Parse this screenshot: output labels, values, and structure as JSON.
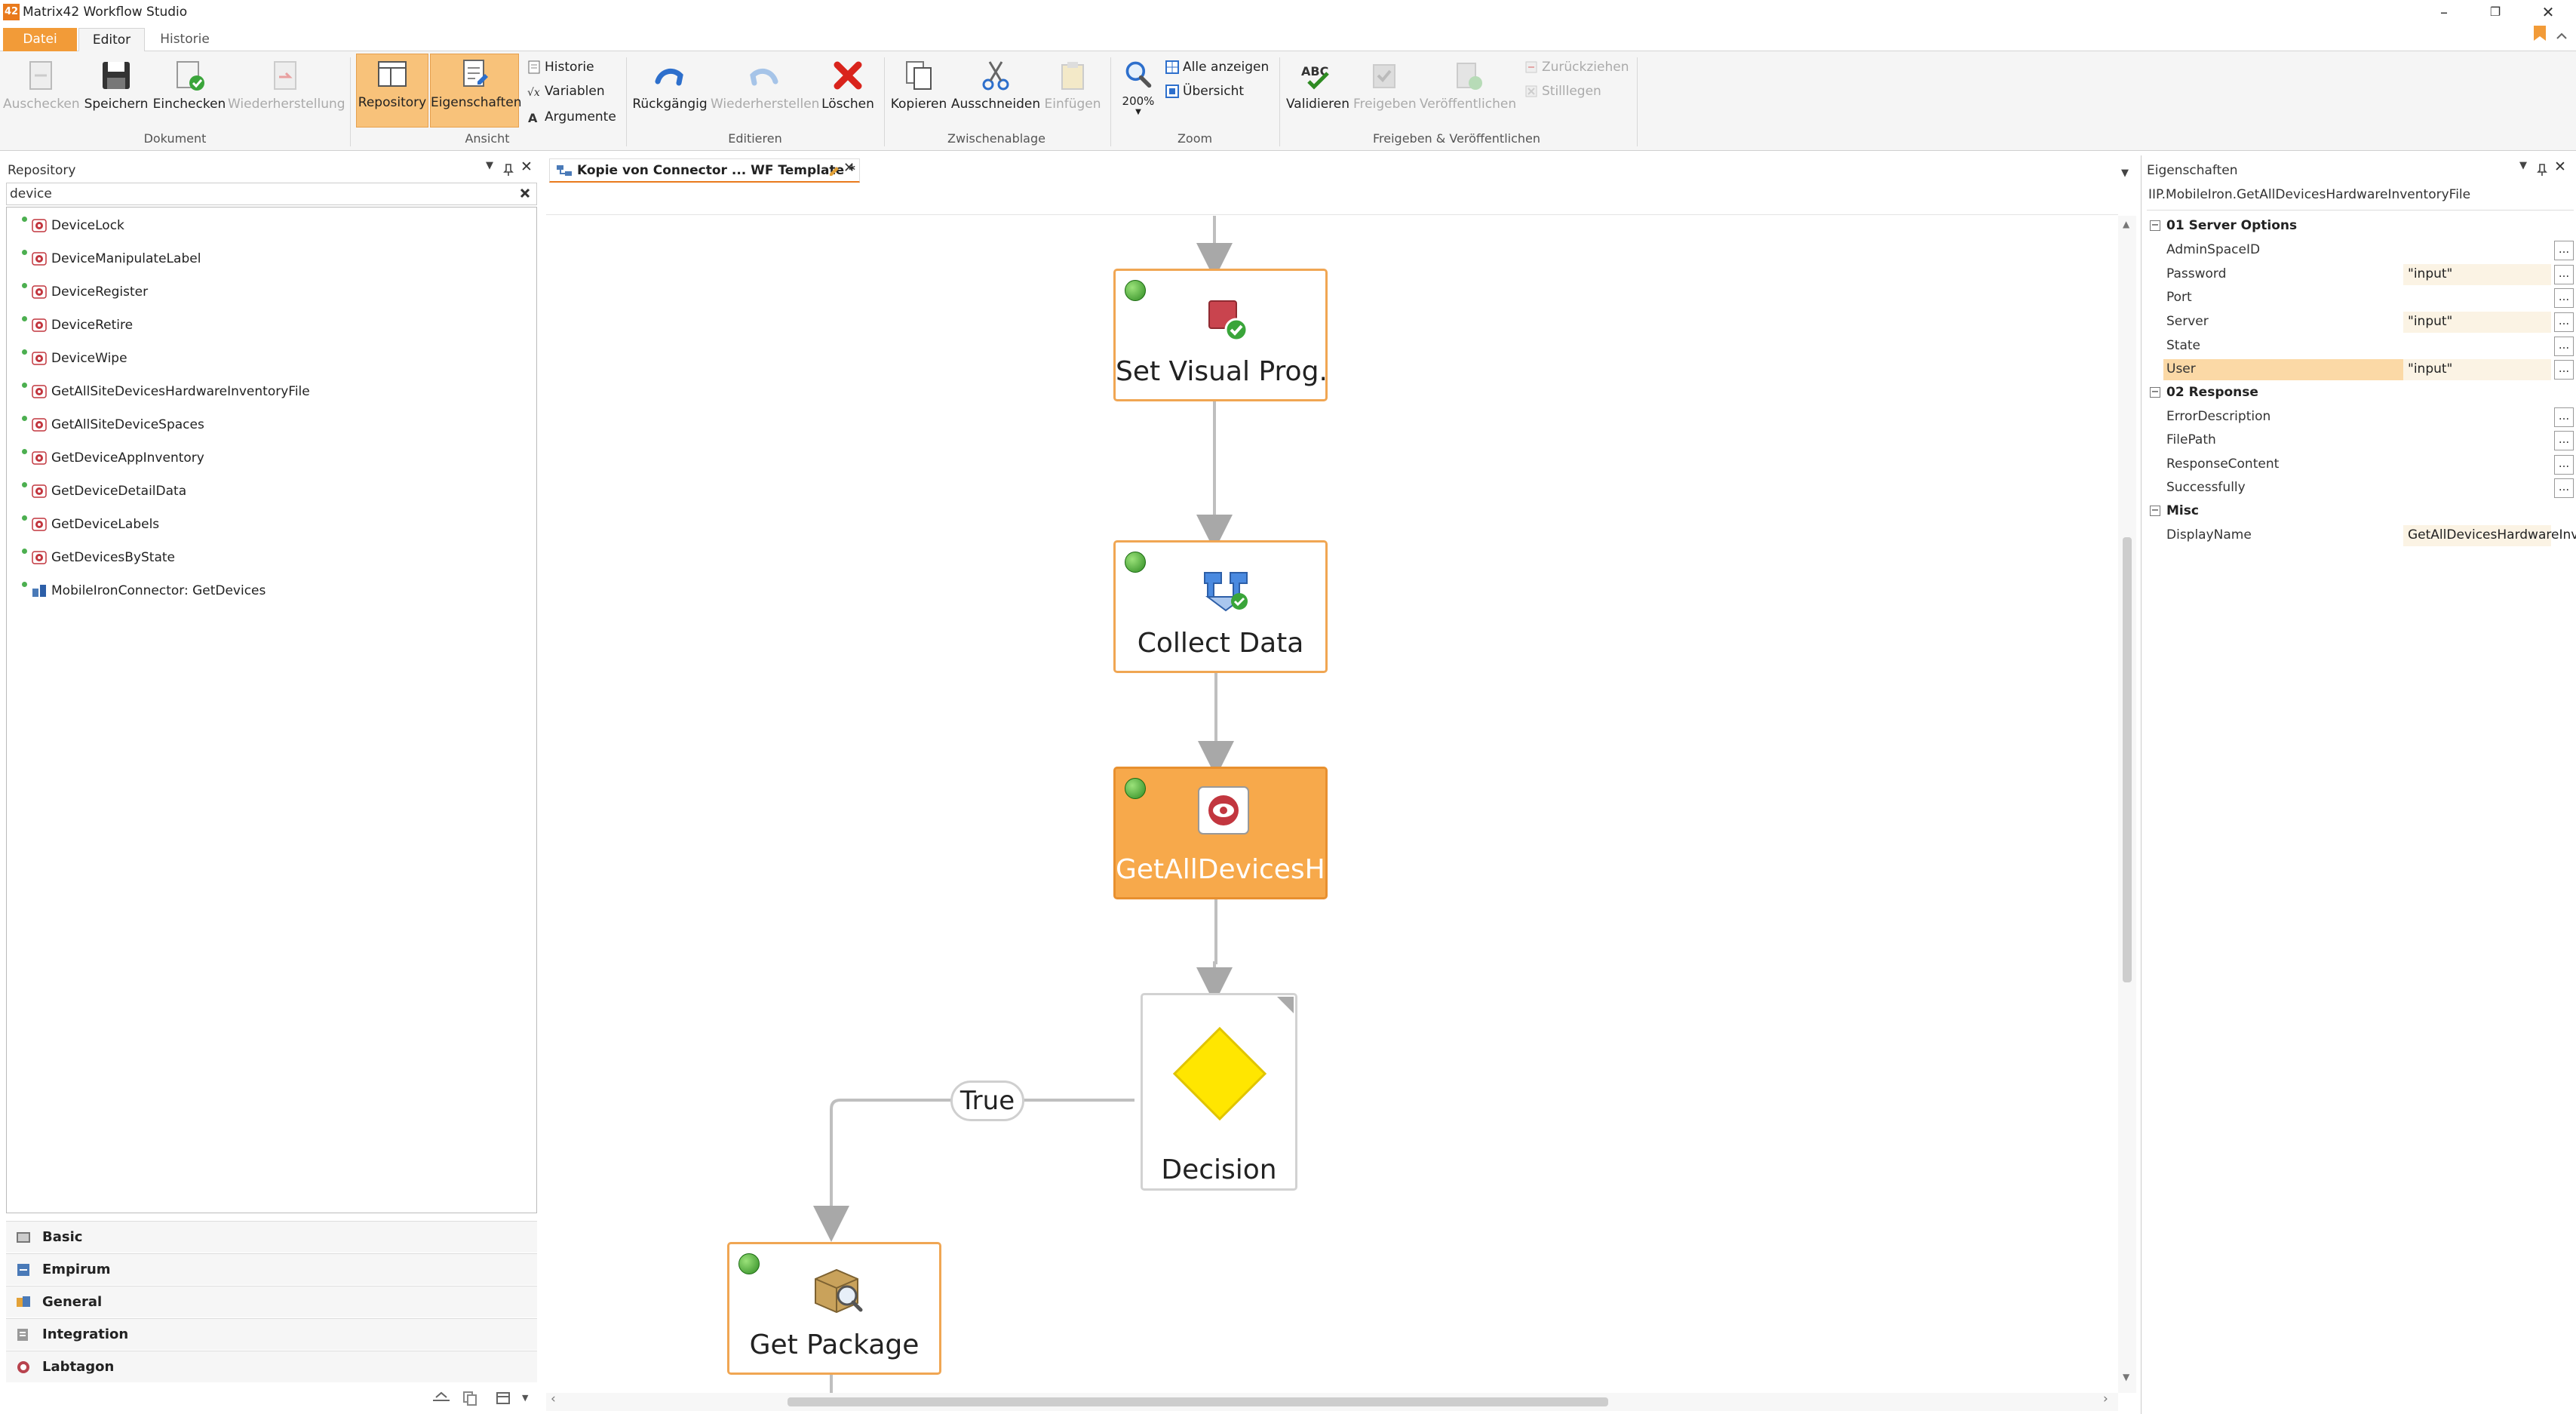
{
  "window": {
    "app_icon": "42",
    "title": "Matrix42 Workflow Studio",
    "minimize": "–",
    "restore": "❐",
    "close": "✕"
  },
  "ribbon_tabs": [
    {
      "label": "Datei"
    },
    {
      "label": "Editor"
    },
    {
      "label": "Historie"
    }
  ],
  "ribbon": {
    "dokument": {
      "label": "Dokument",
      "auschecken": "Auschecken",
      "speichern": "Speichern",
      "einchecken": "Einchecken",
      "wiederherstellung": "Wiederherstellung"
    },
    "ansicht": {
      "label": "Ansicht",
      "repository": "Repository",
      "eigenschaften": "Eigenschaften",
      "historie": "Historie",
      "variablen": "Variablen",
      "argumente": "Argumente"
    },
    "editieren": {
      "label": "Editieren",
      "rueckgaengig": "Rückgängig",
      "wiederherstellen": "Wiederherstellen",
      "loeschen": "Löschen"
    },
    "zwischenablage": {
      "label": "Zwischenablage",
      "kopieren": "Kopieren",
      "ausschneiden": "Ausschneiden",
      "einfuegen": "Einfügen"
    },
    "zoom": {
      "label": "Zoom",
      "level": "200%",
      "alle_anzeigen": "Alle anzeigen",
      "uebersicht": "Übersicht"
    },
    "freigeben": {
      "label": "Freigeben & Veröffentlichen",
      "validieren": "Validieren",
      "freigeben": "Freigeben",
      "veroeffentlichen": "Veröffentlichen",
      "zurueckziehen": "Zurückziehen",
      "stilllegen": "Stilllegen"
    }
  },
  "repository": {
    "title": "Repository",
    "search_value": "device",
    "items": [
      {
        "label": "DeviceLock"
      },
      {
        "label": "DeviceManipulateLabel"
      },
      {
        "label": "DeviceRegister"
      },
      {
        "label": "DeviceRetire"
      },
      {
        "label": "DeviceWipe"
      },
      {
        "label": "GetAllSiteDevicesHardwareInventoryFile"
      },
      {
        "label": "GetAllSiteDeviceSpaces"
      },
      {
        "label": "GetDeviceAppInventory"
      },
      {
        "label": "GetDeviceDetailData"
      },
      {
        "label": "GetDeviceLabels"
      },
      {
        "label": "GetDevicesByState"
      },
      {
        "label": "MobileIronConnector: GetDevices"
      }
    ],
    "categories": [
      {
        "label": "Basic"
      },
      {
        "label": "Empirum"
      },
      {
        "label": "General"
      },
      {
        "label": "Integration"
      },
      {
        "label": "Labtagon"
      }
    ]
  },
  "document": {
    "tab_title": "Kopie von Connector ... WF Template *"
  },
  "workflow": {
    "nodes": [
      {
        "label": "Set Visual Prog..."
      },
      {
        "label": "Collect Data"
      },
      {
        "label": "GetAllDevicesH..."
      },
      {
        "label": "Decision"
      },
      {
        "label": "Get Package"
      }
    ],
    "true_label": "True"
  },
  "properties": {
    "title": "Eigenschaften",
    "object_name": "IIP.MobileIron.GetAllDevicesHardwareInventoryFile",
    "cat1": "01 Server Options",
    "cat2": "02 Response",
    "cat3": "Misc",
    "rows": [
      {
        "name": "AdminSpaceID",
        "value": ""
      },
      {
        "name": "Password",
        "value": "\"input\""
      },
      {
        "name": "Port",
        "value": ""
      },
      {
        "name": "Server",
        "value": "\"input\""
      },
      {
        "name": "State",
        "value": ""
      },
      {
        "name": "User",
        "value": "\"input\""
      },
      {
        "name": "ErrorDescription",
        "value": ""
      },
      {
        "name": "FilePath",
        "value": ""
      },
      {
        "name": "ResponseContent",
        "value": ""
      },
      {
        "name": "Successfully",
        "value": ""
      },
      {
        "name": "DisplayName",
        "value": "GetAllDevicesHardwareInv"
      }
    ],
    "ellipsis": "..."
  },
  "colors": {
    "accent": "#e97a1d",
    "selected_node": "#f7a94b",
    "node_border": "#f0a653",
    "status_green": "#2e8b22",
    "decision_yellow": "#ffe600"
  }
}
